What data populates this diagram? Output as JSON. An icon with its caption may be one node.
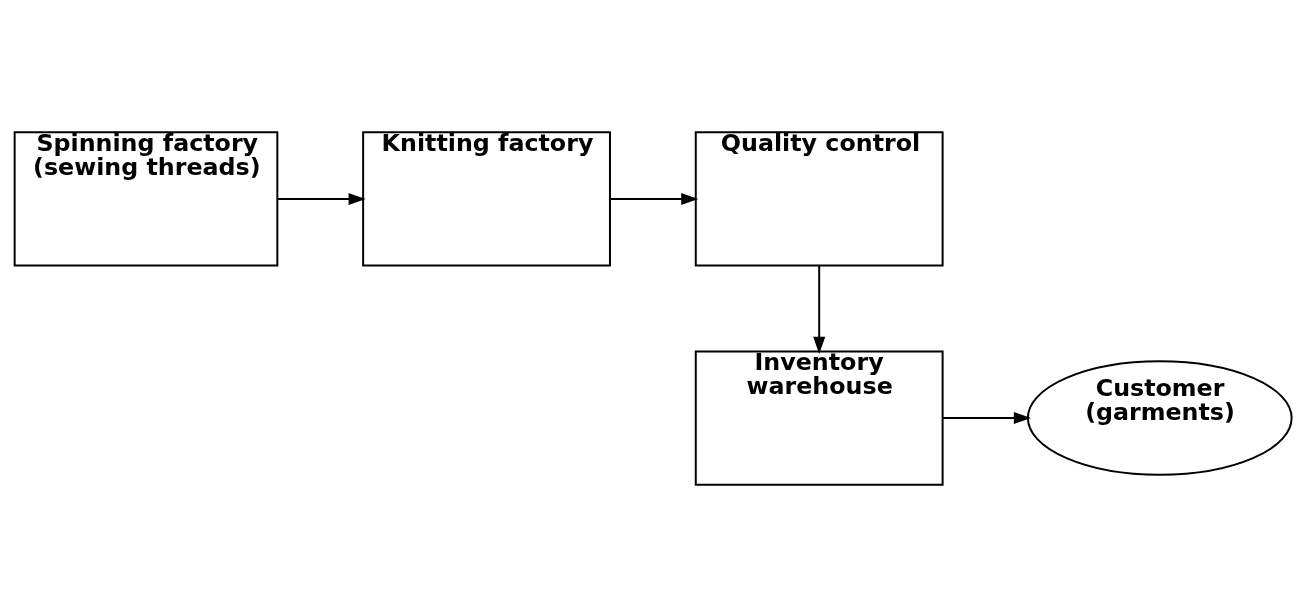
{
  "diagram": {
    "nodes": [
      {
        "text": [
          "Spinning factory (sewing threads)"
        ]
      },
      {
        "text": [
          "Knitting factory"
        ]
      },
      {
        "text": [
          "Quality control"
        ]
      },
      {
        "text": [
          "Inventory warehouse"
        ]
      },
      {
        "text": [
          "Customer (garments)"
        ]
      }
    ],
    "edges": [
      {
        "from": 0,
        "to": 1,
        "arrow": "to"
      },
      {
        "from": 1,
        "to": 2,
        "arrow": "to"
      },
      {
        "from": 2,
        "to": 3,
        "arrow": "to"
      },
      {
        "from": 3,
        "to": 4,
        "arrow": "to"
      }
    ]
  }
}
